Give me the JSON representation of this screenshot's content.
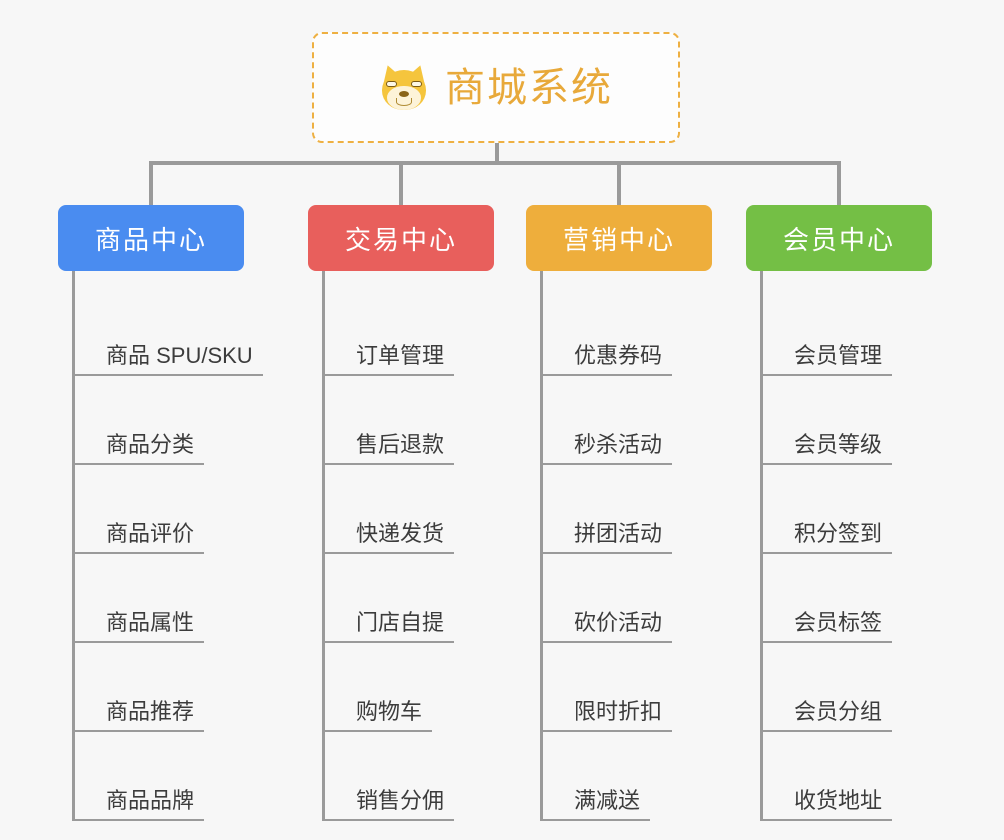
{
  "background_color": "#f7f7f7",
  "root": {
    "title": "商城系统",
    "icon": "shiba-dog-face-emoji",
    "border_color": "#eeb042",
    "title_color": "#e8a93a",
    "fill_color": "#fdfdfd"
  },
  "connector_color": "#9a9a9a",
  "branches": [
    {
      "label": "商品中心",
      "color": "#4a8cf0",
      "items": [
        "商品 SPU/SKU",
        "商品分类",
        "商品评价",
        "商品属性",
        "商品推荐",
        "商品品牌"
      ]
    },
    {
      "label": "交易中心",
      "color": "#e85f5c",
      "items": [
        "订单管理",
        "售后退款",
        "快递发货",
        "门店自提",
        "购物车",
        "销售分佣"
      ]
    },
    {
      "label": "营销中心",
      "color": "#eeae3c",
      "items": [
        "优惠券码",
        "秒杀活动",
        "拼团活动",
        "砍价活动",
        "限时折扣",
        "满减送"
      ]
    },
    {
      "label": "会员中心",
      "color": "#74bf45",
      "items": [
        "会员管理",
        "会员等级",
        "积分签到",
        "会员标签",
        "会员分组",
        "收货地址"
      ]
    }
  ]
}
